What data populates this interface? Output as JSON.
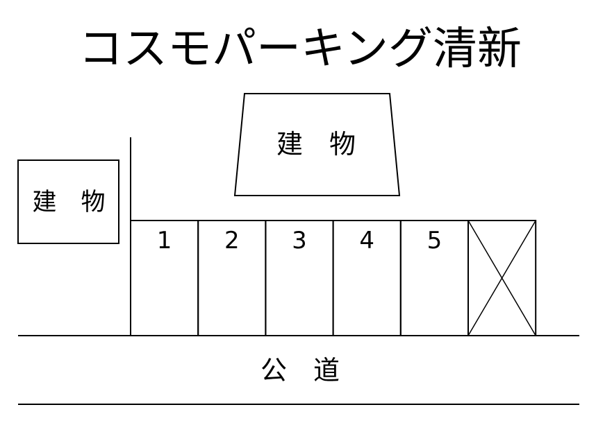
{
  "title": "コスモパーキング清新",
  "buildings": {
    "top_label": "建　物",
    "left_label": "建　物"
  },
  "parking_spaces": [
    {
      "number": "1",
      "available": true
    },
    {
      "number": "2",
      "available": true
    },
    {
      "number": "3",
      "available": true
    },
    {
      "number": "4",
      "available": true
    },
    {
      "number": "5",
      "available": true
    },
    {
      "number": "",
      "available": false
    }
  ],
  "road": {
    "label": "公　道"
  },
  "colors": {
    "line": "#000000",
    "background": "#ffffff"
  }
}
